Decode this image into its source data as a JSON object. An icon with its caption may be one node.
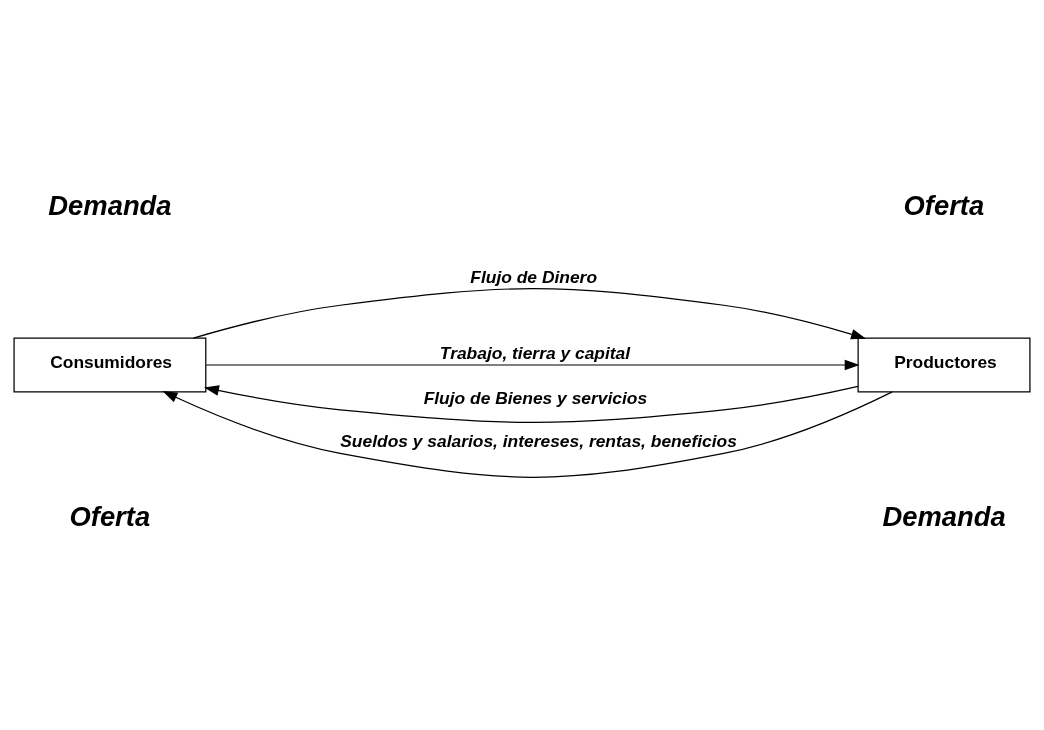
{
  "diagram": {
    "nodes": [
      {
        "text": [
          "Consumidores"
        ]
      },
      {
        "text": [
          "Productores"
        ]
      }
    ],
    "edges": [
      {
        "from": 1,
        "to": 0,
        "arrow": "to",
        "label": "Flujo de Bienes y servicios"
      },
      {
        "from": 0,
        "to": 1,
        "arrow": "to",
        "label": "Flujo de Dinero"
      },
      {
        "from": 1,
        "to": 0,
        "arrow": "to",
        "label": "Sueldos y salarios, intereses, rentas, beneficios"
      },
      {
        "from": 0,
        "to": 1,
        "arrow": "to",
        "label": "Trabajo, tierra y capital"
      }
    ],
    "labels": [
      "Demanda",
      "Oferta",
      "Oferta",
      "Demanda"
    ]
  }
}
